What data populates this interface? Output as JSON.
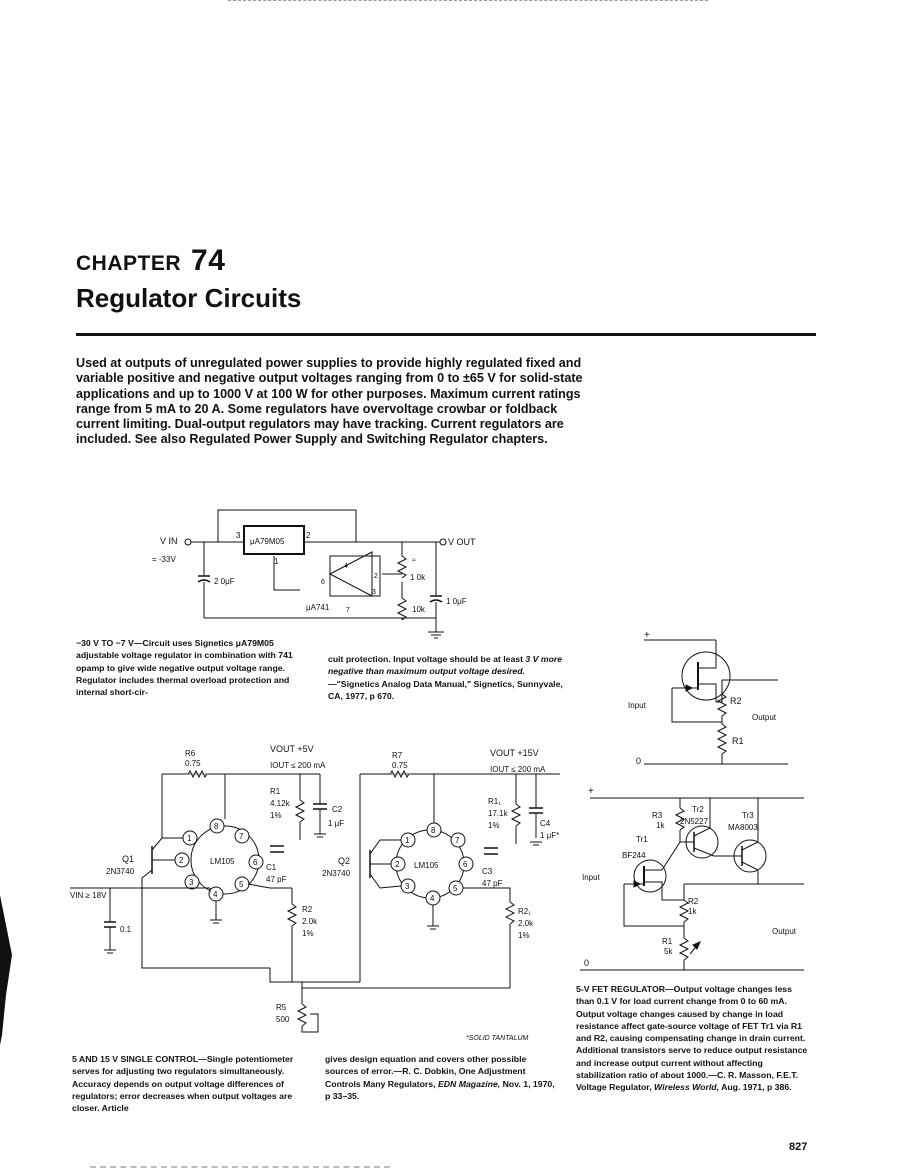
{
  "chapter": {
    "label": "CHAPTER",
    "number": "74",
    "title": "Regulator Circuits"
  },
  "intro": "Used at outputs of unregulated power supplies to provide highly regulated fixed and variable positive and negative output voltages ranging from 0 to ±65 V for solid-state applications and up to 1000 V at 100 W for other purposes. Maximum current ratings range from 5 mA to 20 A. Some regulators have overvoltage crowbar or foldback current limiting. Dual-output regulators may have tracking. Current regulators are included. See also Regulated Power Supply and Switching Regulator chapters.",
  "fig1": {
    "labels": {
      "vin": "V IN",
      "vin_range": "= -33V",
      "vout": "V OUT",
      "ic": "μA79M05",
      "opamp": "μA741",
      "cap_in": "2 0μF",
      "cap_out": "1 0μF",
      "r_top": "1 0k",
      "r_bot": "10k",
      "approx": "≈",
      "pin1": "1",
      "pin2": "2",
      "pin3": "3",
      "op_pin4": "4",
      "op_pin2": "2",
      "op_pin3": "3",
      "op_pin6": "6",
      "op_pin7": "7"
    },
    "caption": {
      "lead": "−30 V TO −7 V",
      "col1": "—Circuit uses Signetics μA79M05 adjustable voltage regulator in combination with 741 opamp to give wide negative output voltage range. Regulator includes thermal overload protection and internal short-cir-",
      "col2a": "cuit protection. Input voltage should be at least ",
      "col2b": "3 V more negative than maximum output voltage desired.",
      "col2c": "—\"Signetics Analog Data Manual,\" Signetics, Sunnyvale, CA, 1977, p 670."
    }
  },
  "fig2": {
    "labels": {
      "r6": "R6",
      "r6v": "0.75",
      "r7": "R7",
      "r7v": "0.75",
      "vout5": "VOUT +5V",
      "iout5": "IOUT ≤ 200 mA",
      "vout15": "VOUT +15V",
      "iout15": "IOUT ≤ 200 mA",
      "r1": "R1",
      "r1v": "4.12k",
      "r1p": "1%",
      "r1b": "R1₁",
      "r1bv": "17.1k",
      "r1bp": "1%",
      "c2": "C2",
      "c2v": "1 μF",
      "c4": "C4",
      "c4v": "1 μF*",
      "c1": "C1",
      "c1v": "47 pF",
      "c3": "C3",
      "c3v": "47 pF",
      "q1": "Q1",
      "q1t": "2N3740",
      "q2": "Q2",
      "q2t": "2N3740",
      "lm": "LM105",
      "r2": "R2",
      "r2v": "2.0k",
      "r2p": "1%",
      "r2b": "R2₁",
      "r2bv": "2.0k",
      "r2bp": "1%",
      "r5": "R5",
      "r5v": "500",
      "vin": "VIN ≥ 18V",
      "cin": "0.1",
      "note": "*SOLID TANTALUM",
      "n1": "1",
      "n2": "2",
      "n3": "3",
      "n4": "4",
      "n5": "5",
      "n6": "6",
      "n7": "7",
      "n8": "8"
    },
    "caption": {
      "lead": "5 AND 15 V SINGLE CONTROL",
      "col1": "—Single potentiometer serves for adjusting two regulators simultaneously. Accuracy depends on output voltage differences of regulators; error decreases when output voltages are closer. Article",
      "col2a": "gives design equation and covers other possible sources of error.—R. C. Dobkin, One Adjustment Controls Many Regulators, ",
      "col2b": "EDN Magazine,",
      "col2c": " Nov. 1, 1970, p 33–35."
    }
  },
  "fig3": {
    "labels": {
      "plus": "+",
      "zero": "0",
      "input": "Input",
      "output": "Output",
      "r2": "R2",
      "r1": "R1"
    }
  },
  "fig4": {
    "labels": {
      "plus": "+",
      "zero": "0",
      "input": "Input",
      "output": "Output",
      "r3": "R3",
      "r3v": "1k",
      "tr2": "Tr2",
      "tr2t": "2N5227",
      "tr3": "Tr3",
      "tr3t": "MA8003",
      "tr1": "Tr1",
      "tr1t": "BF244",
      "r2": "R2",
      "r2v": "1k",
      "r1": "R1",
      "r1v": "5k"
    },
    "caption": {
      "lead": "5-V FET REGULATOR",
      "body": "—Output voltage changes less than 0.1 V for load current change from 0 to 60 mA. Output voltage changes caused by change in load resistance affect gate-source voltage of FET Tr1 via R1 and R2, causing compensating change in drain current. Additional transistors serve to reduce output resistance and increase output current without affecting stabilization ratio of about 1000.—C. R. Masson, F.E.T. Voltage Regulator, ",
      "source": "Wireless World,",
      "tail": " Aug. 1971, p 386."
    }
  },
  "page_number": "827"
}
